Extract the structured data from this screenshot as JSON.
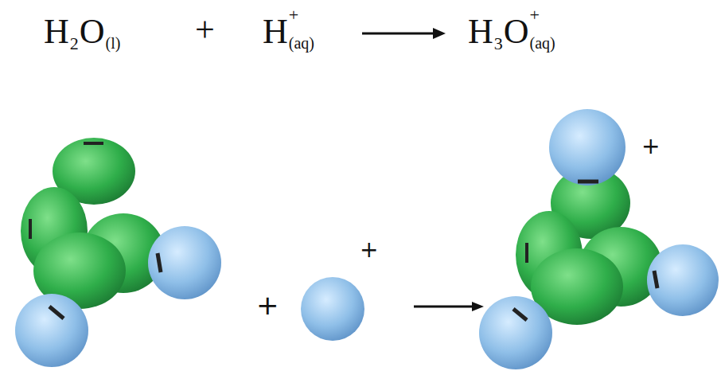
{
  "diagram": {
    "labels": [
      "H",
      "2",
      "O",
      "(l)",
      "+",
      "H",
      "+",
      "(aq)",
      "H",
      "3",
      "O",
      "+",
      "(aq)",
      "+",
      "+",
      "+"
    ]
  }
}
